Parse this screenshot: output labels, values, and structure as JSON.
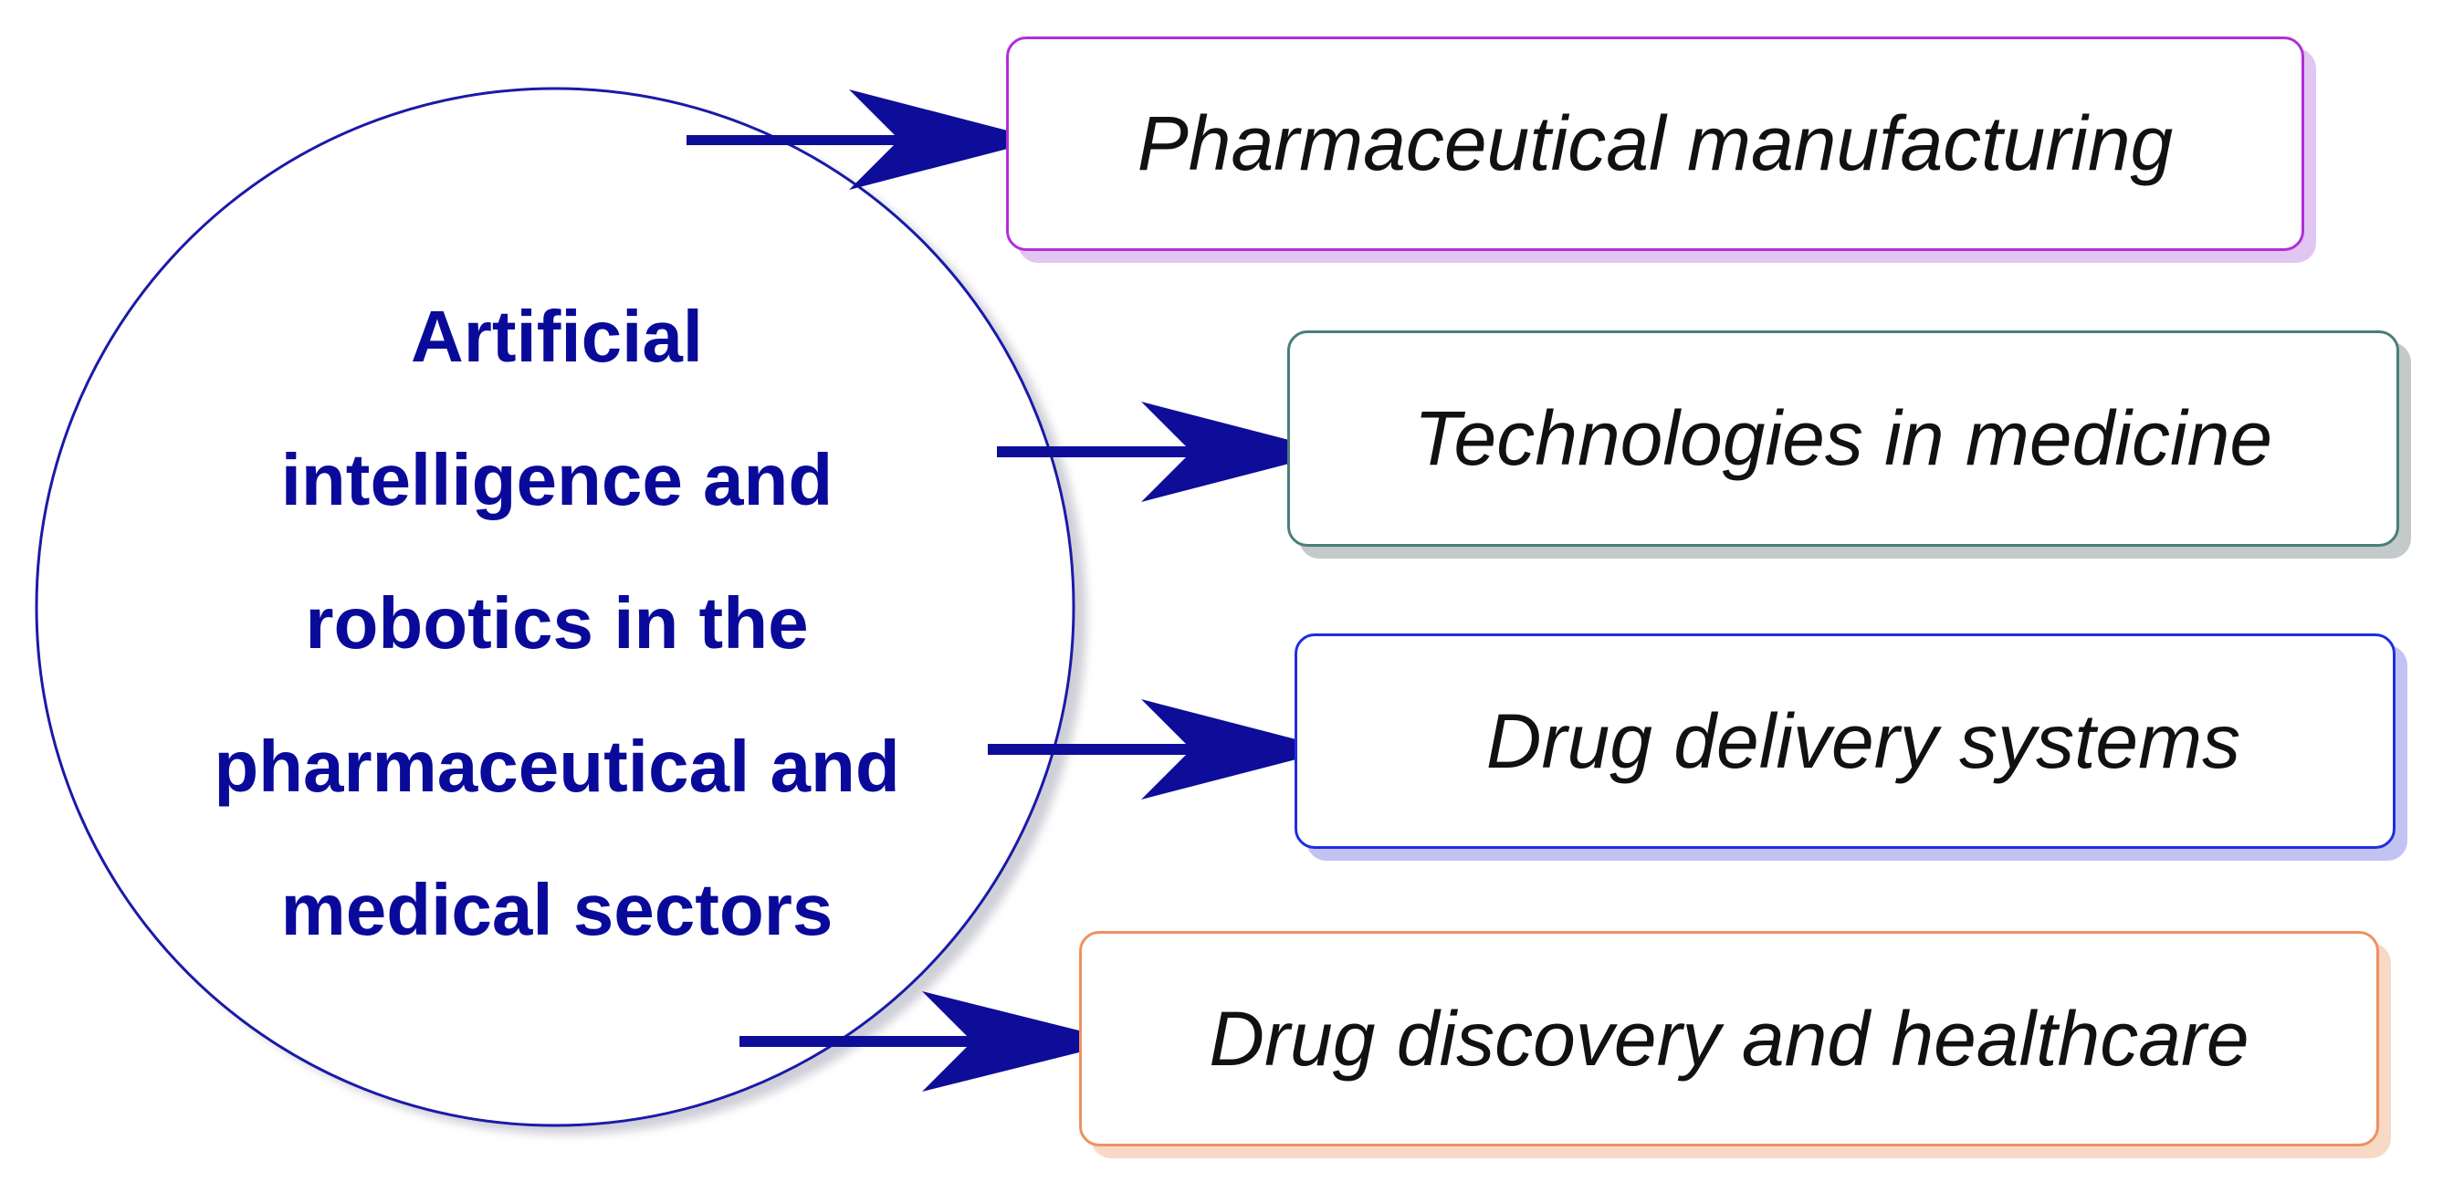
{
  "hub": {
    "lines": [
      "Artificial",
      "intelligence and",
      "robotics in the",
      "pharmaceutical and",
      "medical sectors"
    ]
  },
  "targets": [
    {
      "label": "Pharmaceutical manufacturing",
      "border_color": "#b02fd8"
    },
    {
      "label": "Technologies in medicine",
      "border_color": "#4a7e7a"
    },
    {
      "label": "Drug delivery systems",
      "border_color": "#1f2ee0"
    },
    {
      "label": "Drug discovery and healthcare",
      "border_color": "#f09060"
    }
  ],
  "colors": {
    "hub_text": "#0a0a9a",
    "hub_outline": "#1a1aa8",
    "arrow": "#0d0d99"
  }
}
